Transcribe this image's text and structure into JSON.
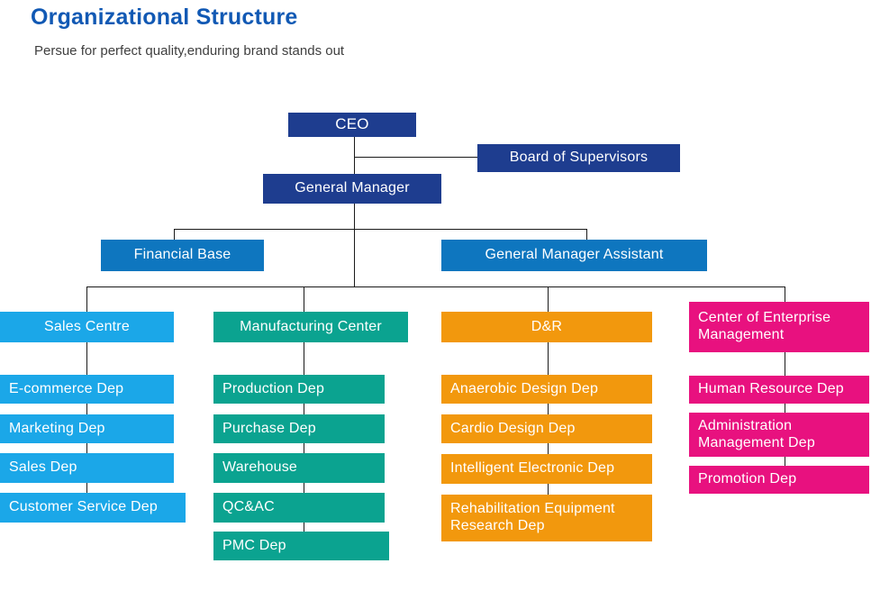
{
  "page": {
    "title": "Organizational Structure",
    "subtitle": "Persue for perfect quality,enduring brand stands out"
  },
  "colors": {
    "title_blue": "#1159b4",
    "navy": "#1e3d8f",
    "blue": "#0e76bf",
    "light_blue": "#1ba7e8",
    "teal": "#0ba390",
    "orange": "#f2980d",
    "pink": "#e8117f",
    "line": "#1a1a1a"
  },
  "org": {
    "ceo": "CEO",
    "board": "Board of Supervisors",
    "general_manager": "General Manager",
    "financial_base": "Financial Base",
    "gm_assistant": "General Manager Assistant",
    "columns": [
      {
        "header": "Sales Centre",
        "children": [
          "E-commerce Dep",
          "Marketing Dep",
          "Sales Dep",
          "Customer Service Dep"
        ]
      },
      {
        "header": "Manufacturing Center",
        "children": [
          "Production Dep",
          "Purchase Dep",
          "Warehouse",
          "QC&AC",
          "PMC Dep"
        ]
      },
      {
        "header": "D&R",
        "children": [
          "Anaerobic Design Dep",
          "Cardio Design Dep",
          "Intelligent Electronic Dep",
          "Rehabilitation Equipment Research Dep"
        ]
      },
      {
        "header": "Center of Enterprise Management",
        "children": [
          "Human Resource Dep",
          "Administration Management Dep",
          "Promotion Dep"
        ]
      }
    ]
  }
}
